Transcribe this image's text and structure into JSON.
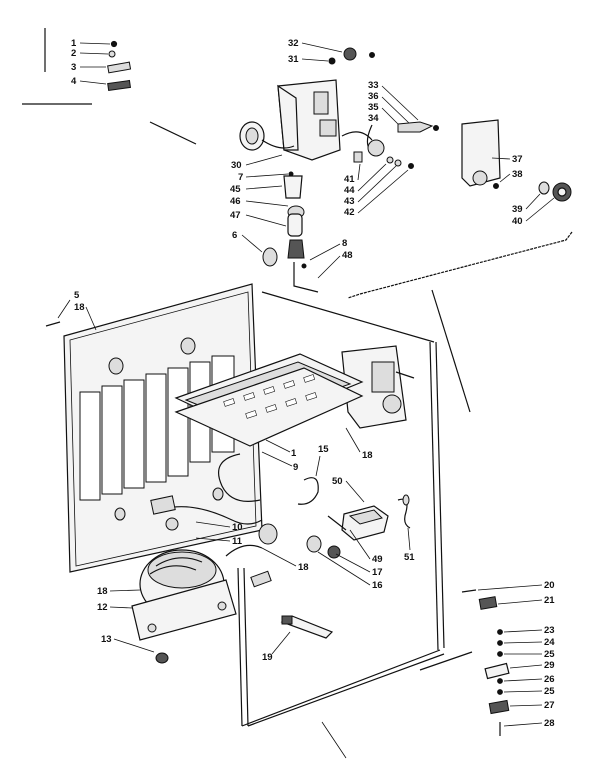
{
  "labels": {
    "p1": "1",
    "p2": "2",
    "p3": "3",
    "p4": "4",
    "p32": "32",
    "p31": "31",
    "p33": "33",
    "p36": "36",
    "p35": "35",
    "p34": "34",
    "p30": "30",
    "p7": "7",
    "p45": "45",
    "p46": "46",
    "p47": "47",
    "p6": "6",
    "p8": "8",
    "p48": "48",
    "p41": "41",
    "p44": "44",
    "p43": "43",
    "p42": "42",
    "p37": "37",
    "p38": "38",
    "p39": "39",
    "p40": "40",
    "p5": "5",
    "p18a": "18",
    "p18b": "18",
    "p1b": "1",
    "p9": "9",
    "p15": "15",
    "p50": "50",
    "p10": "10",
    "p11": "11",
    "p49": "49",
    "p17": "17",
    "p16": "16",
    "p51": "51",
    "p18c": "18",
    "p18d": "18",
    "p12": "12",
    "p13": "13",
    "p19": "19",
    "p20": "20",
    "p21": "21",
    "p23": "23",
    "p24": "24",
    "p25a": "25",
    "p29": "29",
    "p26": "26",
    "p25b": "25",
    "p27": "27",
    "p28": "28"
  }
}
